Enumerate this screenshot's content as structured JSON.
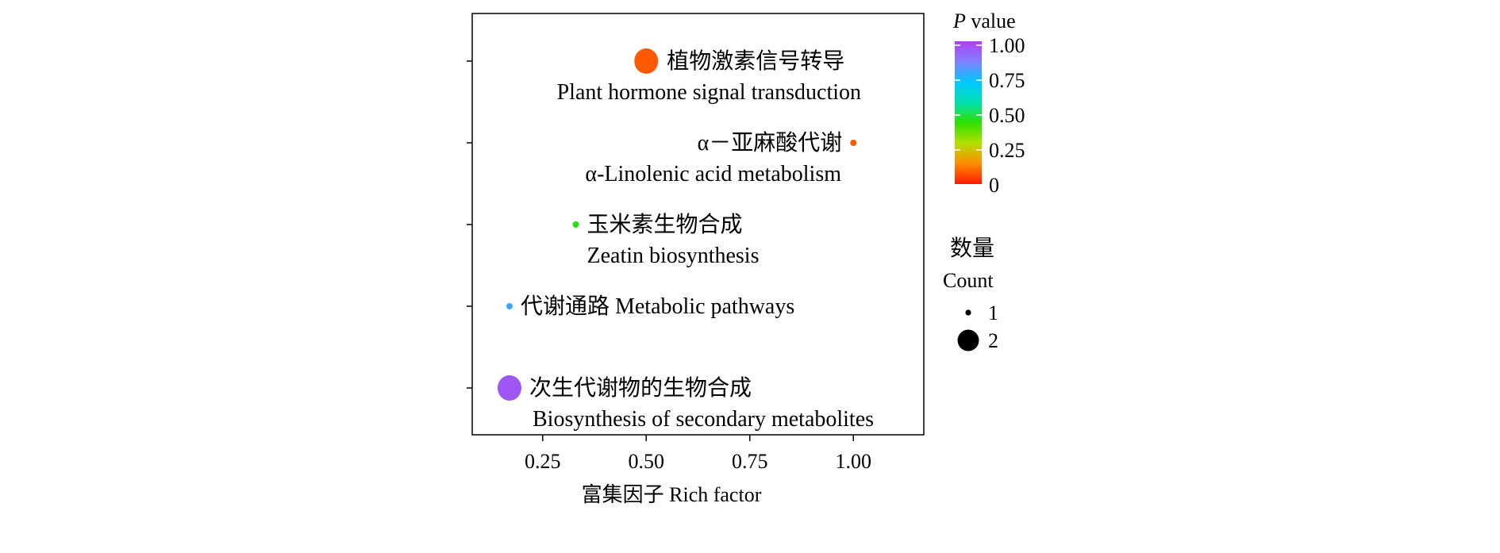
{
  "chart_data": {
    "type": "scatter",
    "title": "",
    "xlabel": "富集因子  Rich factor",
    "ylabel": "",
    "xlim": [
      0.08,
      1.17
    ],
    "xticks": [
      "0.25",
      "0.50",
      "0.75",
      "1.00"
    ],
    "grid": false,
    "points": [
      {
        "label_zh": "植物激素信号转导",
        "label_en": "Plant hormone signal transduction",
        "x": 0.5,
        "count": 2,
        "p_value": 0.08
      },
      {
        "label_zh": "α－亚麻酸代谢",
        "label_en": "α-Linolenic acid metabolism",
        "x": 1.0,
        "count": 1,
        "p_value": 0.08
      },
      {
        "label_zh": "玉米素生物合成",
        "label_en": "Zeatin biosynthesis",
        "x": 0.33,
        "count": 1,
        "p_value": 0.45
      },
      {
        "label_zh": "代谢通路",
        "label_en": "Metabolic pathways",
        "x": 0.17,
        "count": 1,
        "p_value": 0.78
      },
      {
        "label_zh": "次生代谢物的生物合成",
        "label_en": "Biosynthesis of secondary  metabolites",
        "x": 0.17,
        "count": 2,
        "p_value": 0.95
      }
    ],
    "color_legend": {
      "title_italic": "P",
      "title_rest": " value",
      "ticks": [
        "1.00",
        "0.75",
        "0.50",
        "0.25",
        "0"
      ],
      "scale": [
        "#ff1a00",
        "#ff8c00",
        "#b4e000",
        "#2ee000",
        "#00e0b0",
        "#00c8ff",
        "#8080ff",
        "#b040f0"
      ]
    },
    "size_legend": {
      "title_zh": "数量",
      "title_en": "Count",
      "entries": [
        "1",
        "2"
      ]
    },
    "legend_position": "right"
  }
}
